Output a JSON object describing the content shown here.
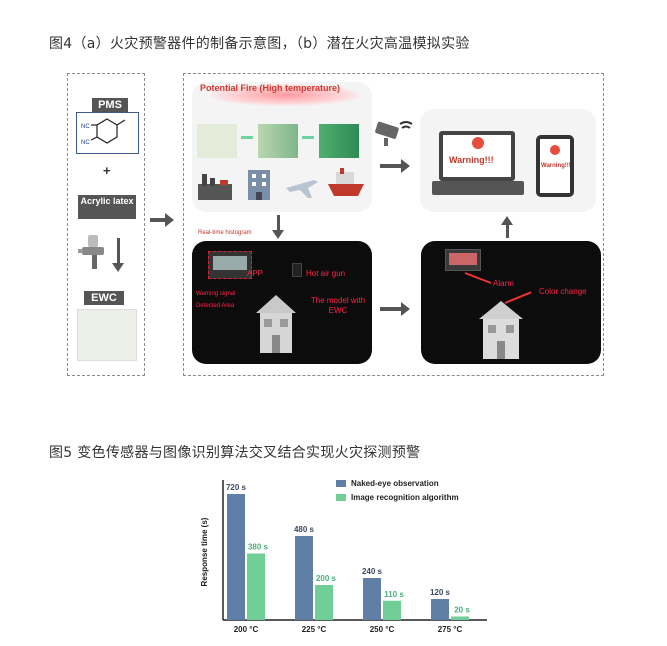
{
  "figure4": {
    "caption": "图4（a）火灾预警器件的制备示意图，（b）潜在火灾高温模拟实验",
    "left": {
      "pms_label": "PMS",
      "plus": "+",
      "acrylic_label": "Acrylic latex",
      "ewc_label": "EWC",
      "chem_labels": [
        "NC",
        "NC"
      ]
    },
    "right": {
      "fire_title": "Potential Fire (High temperature)",
      "warning_laptop": "Warning!!!",
      "warning_phone": "Warning!!!",
      "realtime_label": "Real-time histogram",
      "app_label": "APP",
      "hot_air_gun_label": "Hot air gun",
      "warning_signal_label": "Warning signal",
      "detected_area_label": "Detected Area",
      "model_label": "The model with EWC",
      "alarm_label": "Alarm",
      "color_change_label": "Color change"
    }
  },
  "figure5": {
    "caption": "图5 变色传感器与图像识别算法交叉结合实现火灾探测预警"
  },
  "chart_data": {
    "type": "bar",
    "categories": [
      "200 °C",
      "225 °C",
      "250 °C",
      "275 °C"
    ],
    "series": [
      {
        "name": "Naked-eye observation",
        "values": [
          720,
          480,
          240,
          120
        ],
        "labels": [
          "720 s",
          "480 s",
          "240 s",
          "120 s"
        ],
        "color": "#5f7fa6"
      },
      {
        "name": "Image recognition algorithm",
        "values": [
          380,
          200,
          110,
          20
        ],
        "labels": [
          "380 s",
          "200 s",
          "110 s",
          "20 s"
        ],
        "color": "#6fcf97"
      }
    ],
    "title": "",
    "xlabel": "",
    "ylabel": "Response time (s)",
    "ylim": [
      0,
      800
    ],
    "grid": false,
    "legend": "top-right"
  }
}
